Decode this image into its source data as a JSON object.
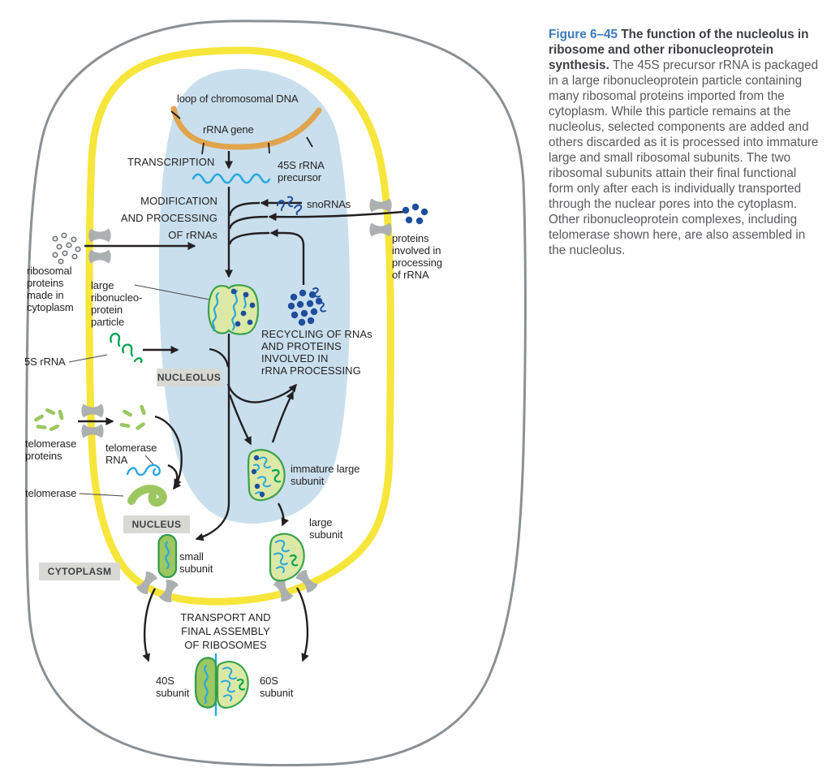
{
  "colors": {
    "membrane": "#8a9093",
    "envelope": "#f6e63c",
    "nucleolus": "#c9dfed",
    "dna": "#e0a44e",
    "cyan": "#29a8e0",
    "navy": "#1e4e9c",
    "green": "#00a551",
    "particle_fill": "#dce9a6",
    "particle_stroke": "#3aa34d",
    "subunit_fill": "#9cc761",
    "subunit_stroke": "#2f9b4d",
    "pore": "#acb0b1",
    "box_bg": "#d8d9d4",
    "ink": "#231f20",
    "fig_blue": "#3b7bbf",
    "cap_text": "#58595c"
  },
  "caption": {
    "figure_label": "Figure 6–45",
    "title": "The function of the nucleolus in ribosome and other ribonucleoprotein synthesis.",
    "body": "The 45S precursor rRNA is packaged in a large ribonucleoprotein particle containing many ribosomal proteins imported from the cytoplasm. While this particle remains at the nucleolus, selected components are added and others discarded as it is processed into immature large and small ribosomal subunits. The two ribosomal subunits attain their final functional form only after each is individually transported through the nuclear pores into the cytoplasm. Other ribonucleoprotein complexes, including telomerase shown here, are also assembled in the nucleolus."
  },
  "compartment_labels": {
    "nucleolus": "NUCLEOLUS",
    "nucleus": "NUCLEUS",
    "cytoplasm": "CYTOPLASM"
  },
  "labels": {
    "loop_dna": "loop of chromosomal DNA",
    "rrna_gene": "rRNA gene",
    "transcription": "TRANSCRIPTION",
    "precursor_45s": "45S rRNA\nprecursor",
    "modification": "MODIFICATION\nAND PROCESSING\nOF rRNAs",
    "snornas": "snoRNAs",
    "proteins_processing": "proteins\ninvolved in\nprocessing\nof rRNA",
    "ribosomal_proteins": "ribosomal\nproteins\nmade in\ncytoplasm",
    "large_rnp": "large\nribonucleo-\nprotein\nparticle",
    "recycling": "RECYCLING OF RNAs\nAND PROTEINS\nINVOLVED IN\nrRNA PROCESSING",
    "five_s_rrna": "5S rRNA",
    "telomerase_proteins": "telomerase\nproteins",
    "telomerase_rna": "telomerase\nRNA",
    "telomerase": "telomerase",
    "immature_large": "immature large\nsubunit",
    "large_subunit": "large\nsubunit",
    "small_subunit": "small\nsubunit",
    "transport": "TRANSPORT AND\nFINAL ASSEMBLY\nOF RIBOSOMES",
    "subunit_40s": "40S\nsubunit",
    "subunit_60s": "60S\nsubunit"
  }
}
